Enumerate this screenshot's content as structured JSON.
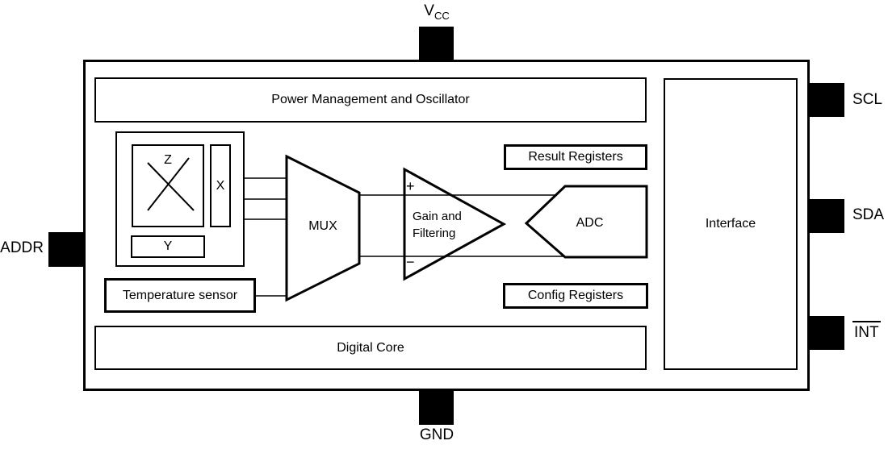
{
  "colors": {
    "ink": "#000000",
    "background": "#ffffff"
  },
  "chip": {
    "blocks": {
      "power": "Power Management and Oscillator",
      "digital_core": "Digital Core",
      "interface": "Interface",
      "result_registers": "Result Registers",
      "config_registers": "Config Registers",
      "temperature_sensor": "Temperature sensor",
      "mux": "MUX",
      "amplifier": {
        "line1": "Gain and",
        "line2": "Filtering",
        "plus": "+",
        "minus": "−"
      },
      "adc": "ADC",
      "sensor_array": {
        "z": "Z",
        "x": "X",
        "y": "Y"
      }
    },
    "pins": {
      "vcc": {
        "main": "V",
        "sub": "CC"
      },
      "gnd": "GND",
      "addr": "ADDR",
      "scl": "SCL",
      "sda": "SDA",
      "int": "INT"
    }
  }
}
